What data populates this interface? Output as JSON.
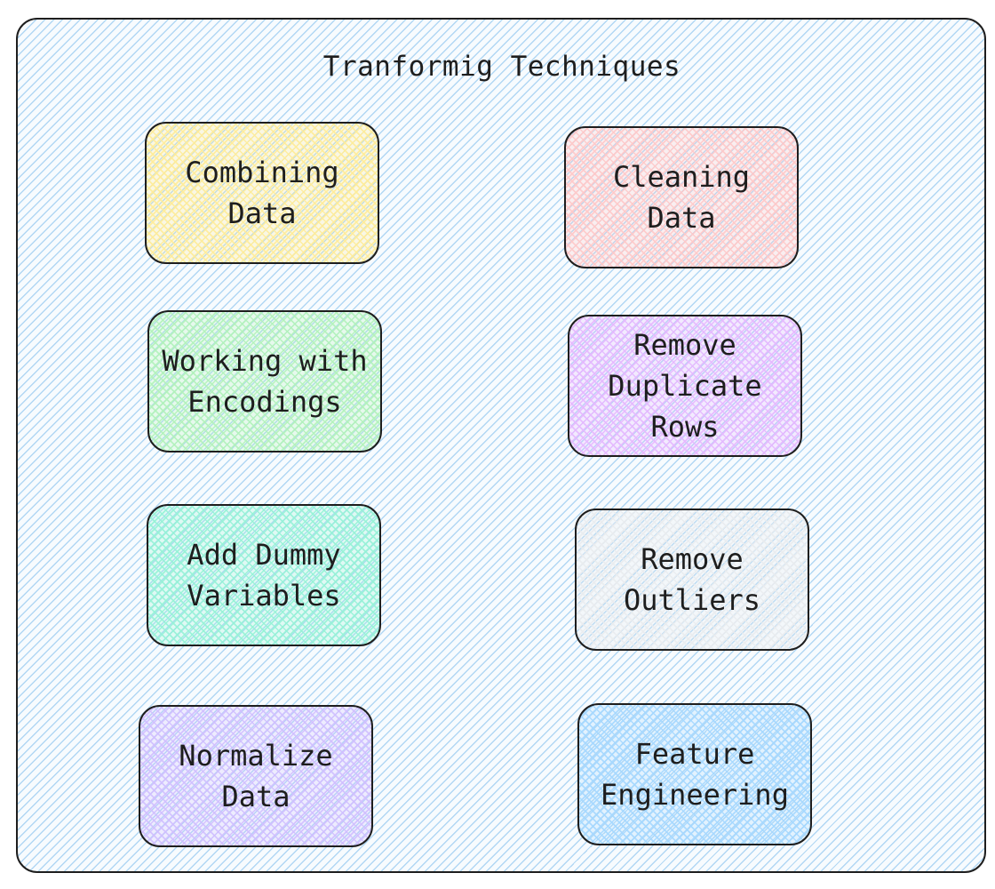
{
  "diagram": {
    "title": "Tranformig Techniques",
    "colors": {
      "frame_hatch": "#a5d8ff",
      "stroke": "#1e1e1e"
    },
    "nodes": [
      {
        "id": "combining",
        "label": "Combining\nData",
        "color": "#ffec99"
      },
      {
        "id": "cleaning",
        "label": "Cleaning\nData",
        "color": "#ffc9c9"
      },
      {
        "id": "encodings",
        "label": "Working with\nEncodings",
        "color": "#b2f2bb"
      },
      {
        "id": "duplicates",
        "label": "Remove\nDuplicate\nRows",
        "color": "#e5b8ff"
      },
      {
        "id": "dummy",
        "label": "Add Dummy\nVariables",
        "color": "#96f2d7"
      },
      {
        "id": "outliers",
        "label": "Remove\nOutliers",
        "color": "#e9ecef"
      },
      {
        "id": "normalize",
        "label": "Normalize\nData",
        "color": "#d0bfff"
      },
      {
        "id": "feature",
        "label": "Feature\nEngineering",
        "color": "#a5d8ff"
      }
    ]
  }
}
